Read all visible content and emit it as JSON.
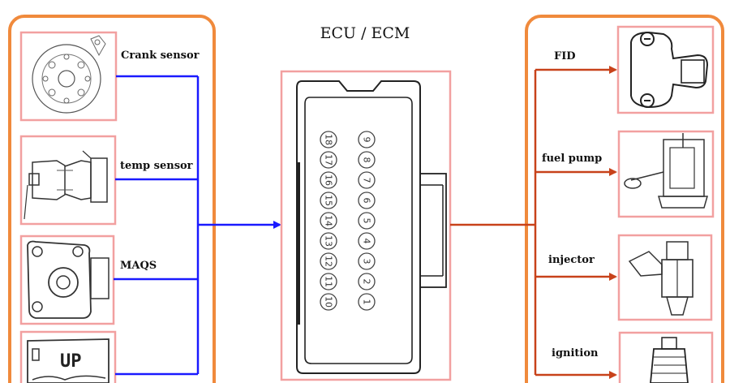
{
  "diagram": {
    "title": "ECU / ECM",
    "inputs": [
      {
        "id": "crank",
        "label": "Crank sensor"
      },
      {
        "id": "temp",
        "label": "temp sensor"
      },
      {
        "id": "maqs",
        "label": "MAQS"
      },
      {
        "id": "tps",
        "label": "",
        "device_text": "UP"
      }
    ],
    "outputs": [
      {
        "id": "fid",
        "label": "FID"
      },
      {
        "id": "fuel",
        "label": "fuel pump"
      },
      {
        "id": "inj",
        "label": "injector"
      },
      {
        "id": "ign",
        "label": "ignition"
      }
    ],
    "connector_pins_left": [
      "18",
      "17",
      "16",
      "15",
      "14",
      "13",
      "12",
      "11",
      "10"
    ],
    "connector_pins_right": [
      "9",
      "8",
      "7",
      "6",
      "5",
      "4",
      "3",
      "2",
      "1"
    ]
  },
  "colors": {
    "group_border": "#f08a3c",
    "tile_border": "#f2a0a0",
    "input_wire": "#1a1aff",
    "output_wire": "#c8421a",
    "line_art": "#333333"
  }
}
